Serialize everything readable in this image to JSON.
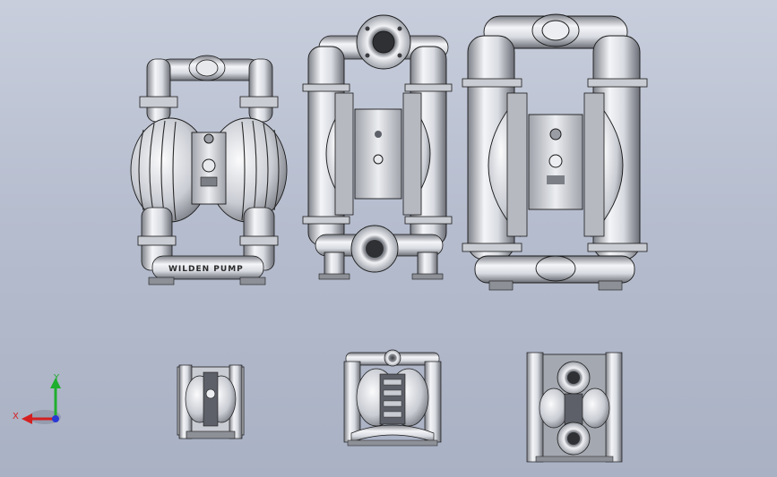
{
  "viewport": {
    "background_top": "#c8cedc",
    "background_bottom": "#a9b1c4"
  },
  "models": [
    {
      "name": "pump-model-1",
      "body_text": "WILDEN PUMP"
    },
    {
      "name": "pump-model-2"
    },
    {
      "name": "pump-model-3"
    },
    {
      "name": "pump-model-4"
    },
    {
      "name": "pump-model-5"
    },
    {
      "name": "pump-model-6"
    }
  ],
  "triad": {
    "x_label": "X",
    "y_label": "Y",
    "x_color": "#d42020",
    "y_color": "#1fae2d",
    "z_color": "#2a39d4"
  },
  "colors": {
    "metal_light": "#f2f3f6",
    "metal_mid": "#c9ccd3",
    "metal_dark": "#5d6068",
    "outline": "#1a1a1a"
  }
}
